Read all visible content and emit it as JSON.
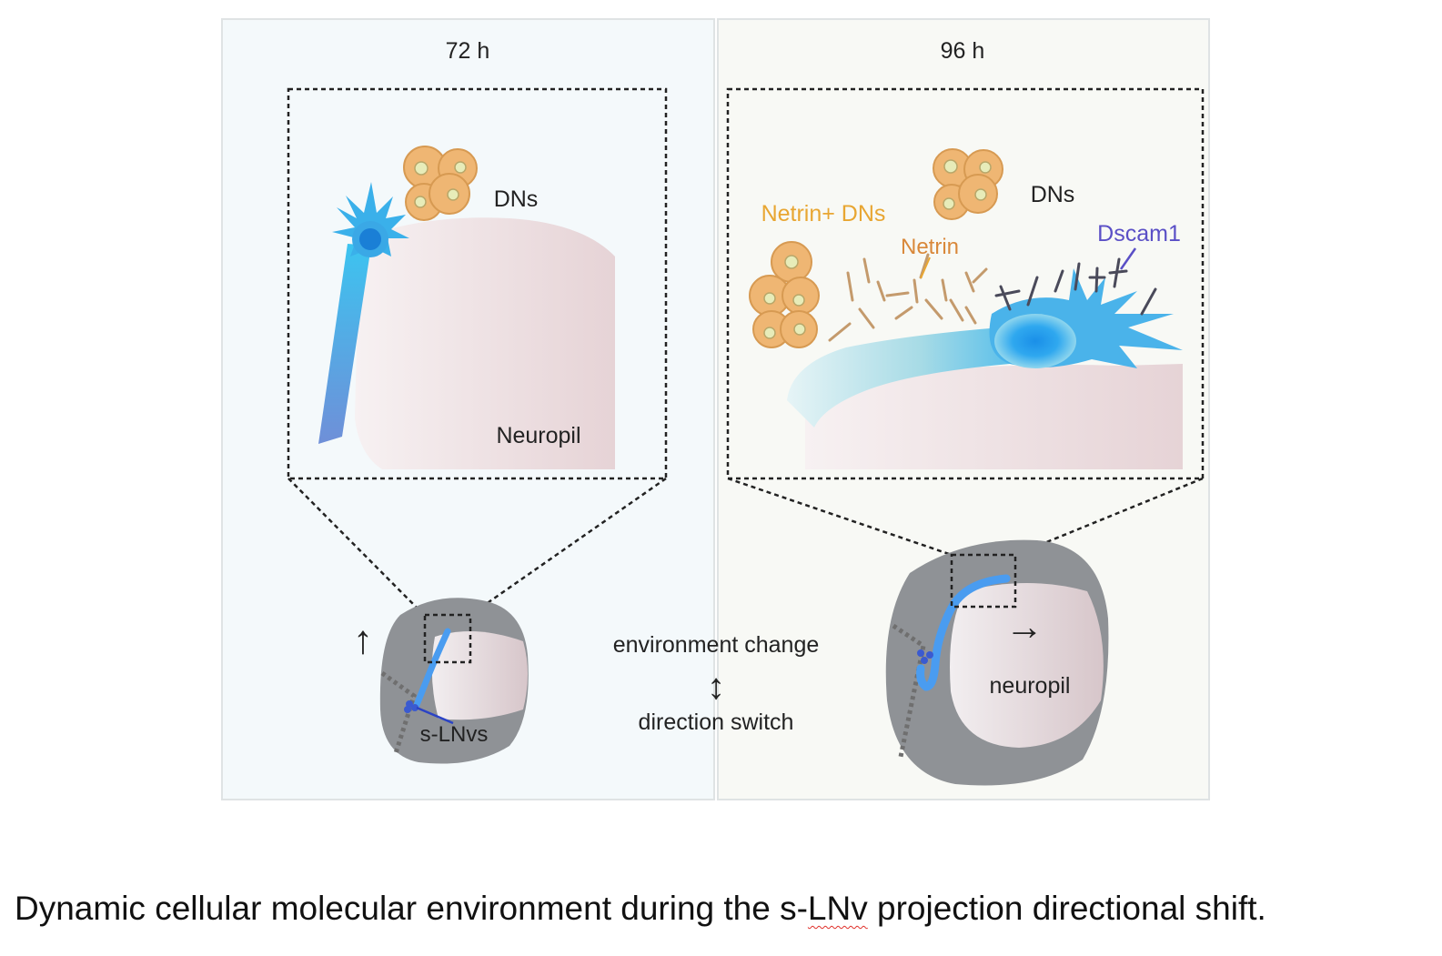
{
  "figure": {
    "panel_left": {
      "time_label": "72 h",
      "dns_label": "DNs",
      "neuropil_label": "Neuropil",
      "slnvs_label": "s-LNvs",
      "arrow_symbol": "↑"
    },
    "panel_right": {
      "time_label": "96 h",
      "dns_label": "DNs",
      "netrin_dns_label": "Netrin+ DNs",
      "netrin_label": "Netrin",
      "dscam_label": "Dscam1",
      "neuropil_label": "neuropil",
      "arrow_symbol": "→"
    },
    "center": {
      "environment_label": "environment change",
      "double_arrow_symbol": "↕",
      "direction_label": "direction switch"
    }
  },
  "caption": {
    "before": "Dynamic cellular molecular environment during the s-",
    "underlined": "LNv",
    "after": " projection directional shift."
  },
  "colors": {
    "panel_left_bg": "#f4f9fb",
    "panel_right_bg": "#f8f9f5",
    "neuron_blue": "#4aa9e8",
    "neuropil_pink": "#ead7db",
    "brain_gray": "#8f9296",
    "cell_orange": "#efb673",
    "netrin_orange": "#e8a632",
    "netrin_fiber": "#c49a6c",
    "dscam_purple": "#5a4fc6"
  }
}
